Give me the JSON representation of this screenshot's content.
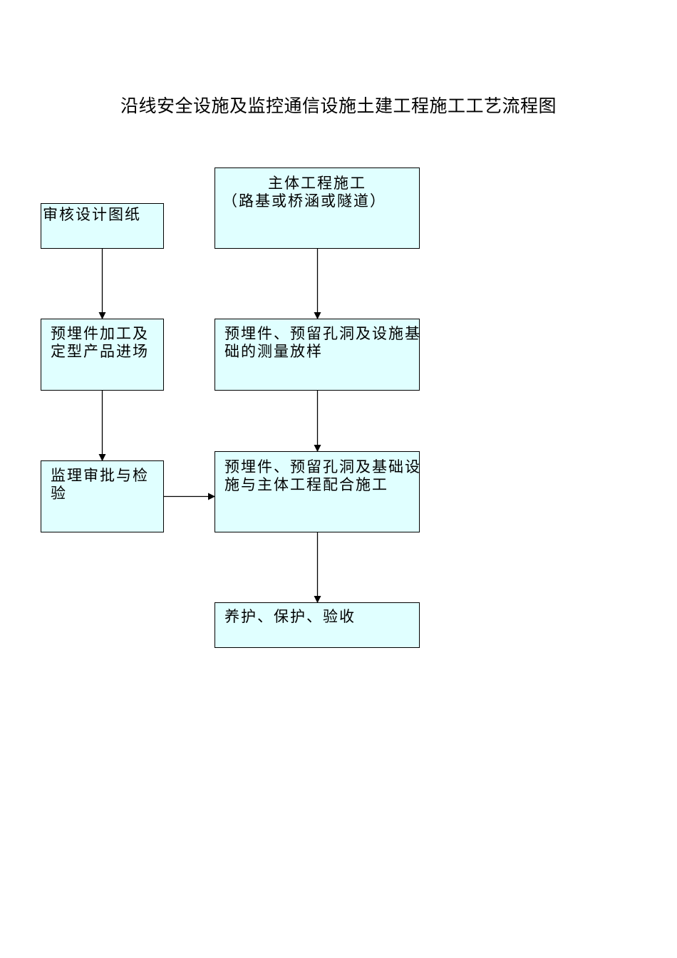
{
  "title": "沿线安全设施及监控通信设施土建工程施工工艺流程图",
  "colors": {
    "box_fill": "#e0ffff",
    "border": "#000000",
    "arrow": "#000000"
  },
  "nodes": {
    "main_works": {
      "lines": [
        "主体工程施工",
        "（路基或桥涵或隧道）"
      ]
    },
    "review_drawings": {
      "lines": [
        "审核设计图纸"
      ]
    },
    "embedded_processing": {
      "lines": [
        "预埋件加工及",
        "定型产品进场"
      ]
    },
    "survey_layout": {
      "lines": [
        "预埋件、预留孔洞及设施基",
        "础的测量放样"
      ]
    },
    "supervision_approval": {
      "lines": [
        "监理审批与检",
        "验"
      ]
    },
    "coordinated_construction": {
      "lines": [
        "预埋件、预留孔洞及基础设",
        "施与主体工程配合施工"
      ]
    },
    "maintenance_acceptance": {
      "lines": [
        "养护、保护、验收"
      ]
    }
  }
}
